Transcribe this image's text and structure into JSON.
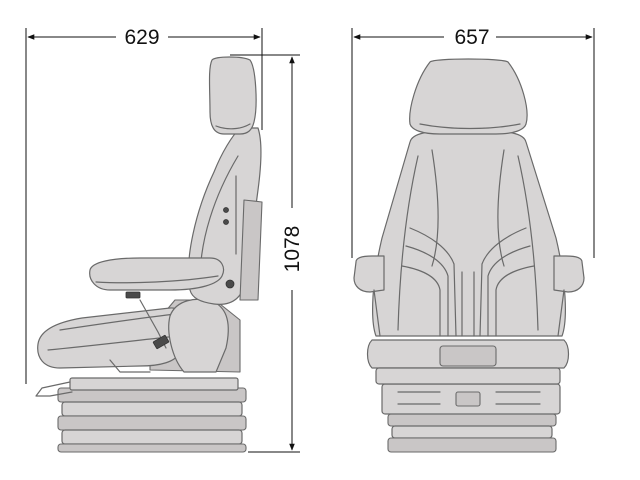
{
  "dimensions": {
    "depth": "629",
    "height": "1078",
    "width": "657"
  },
  "colors": {
    "seat_fill": "#d7d5d5",
    "outline": "#6a6a6a",
    "dimension_line": "#111111"
  }
}
